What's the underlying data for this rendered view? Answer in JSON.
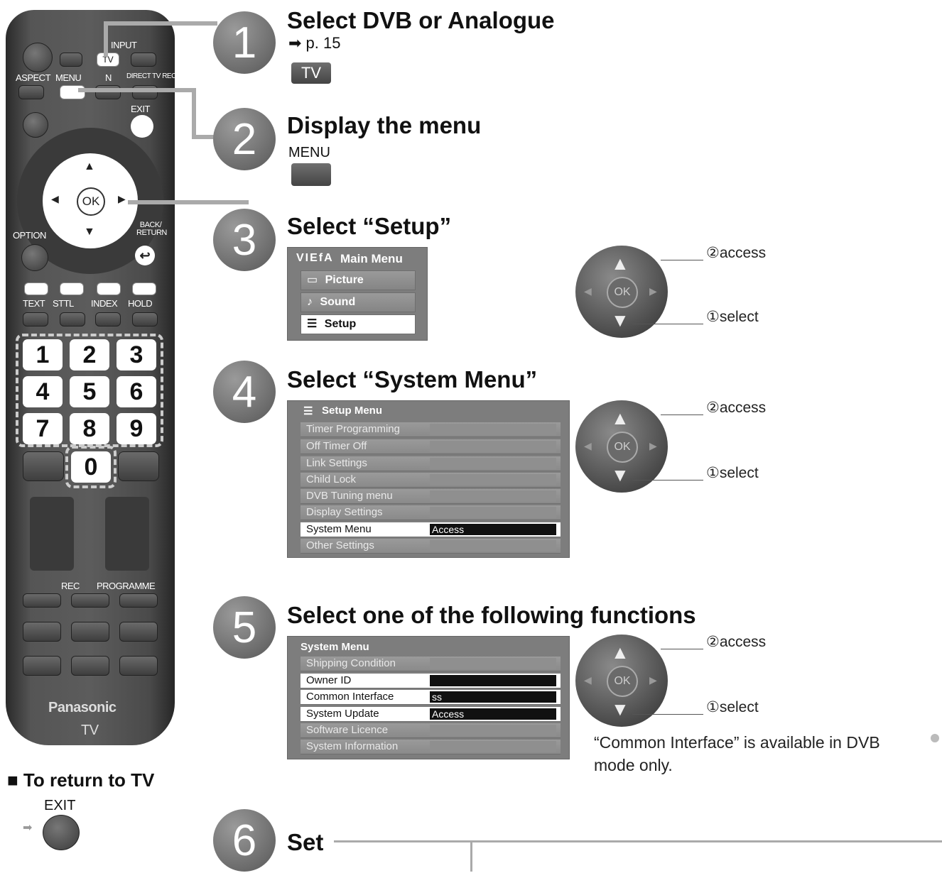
{
  "remote": {
    "labels": {
      "input": "INPUT",
      "tv": "TV",
      "aspect": "ASPECT",
      "menu": "MENU",
      "n": "N",
      "direct_tv_rec": "DIRECT TV REC",
      "exit": "EXIT",
      "option": "OPTION",
      "back_return": "BACK/ RETURN",
      "text": "TEXT",
      "sttl": "STTL",
      "index": "INDEX",
      "hold": "HOLD",
      "rec": "REC",
      "programme": "PROGRAMME",
      "ok": "OK",
      "brand": "Panasonic",
      "model": "TV"
    },
    "numbers": [
      "1",
      "2",
      "3",
      "4",
      "5",
      "6",
      "7",
      "8",
      "9",
      "0"
    ]
  },
  "return_to_tv": {
    "title": "■ To return to TV",
    "exit_label": "EXIT"
  },
  "steps": [
    {
      "number": "1",
      "title": "Select DVB or Analogue",
      "ref": "➡ p. 15",
      "button": "TV"
    },
    {
      "number": "2",
      "title": "Display the menu",
      "button_label": "MENU"
    },
    {
      "number": "3",
      "title": "Select “Setup”"
    },
    {
      "number": "4",
      "title": "Select “System Menu”"
    },
    {
      "number": "5",
      "title": "Select one of the following functions",
      "note": "“Common Interface” is available in DVB mode only."
    },
    {
      "number": "6",
      "title": "Set"
    }
  ],
  "main_menu": {
    "logo": "VIEfA",
    "title": "Main Menu",
    "items": [
      {
        "icon": "▭",
        "label": "Picture"
      },
      {
        "icon": "♪",
        "label": "Sound"
      },
      {
        "icon": "☰",
        "label": "Setup"
      }
    ],
    "selected": 2
  },
  "setup_menu": {
    "title": "Setup Menu",
    "items": [
      "Timer Programming",
      "Off Timer Off",
      "Link Settings",
      "Child Lock",
      "DVB Tuning menu",
      "Display Settings",
      "System Menu",
      "Other Settings"
    ],
    "selected_value": "Access"
  },
  "system_menu": {
    "title": "System Menu",
    "items": [
      "Shipping Condition",
      "Owner ID",
      "Common Interface",
      "System Update",
      "Software Licence",
      "System Information"
    ],
    "values": {
      "common_interface": "ss",
      "system_update": "Access"
    }
  },
  "dpad": {
    "ok": "OK",
    "access": "②access",
    "select": "①select"
  }
}
